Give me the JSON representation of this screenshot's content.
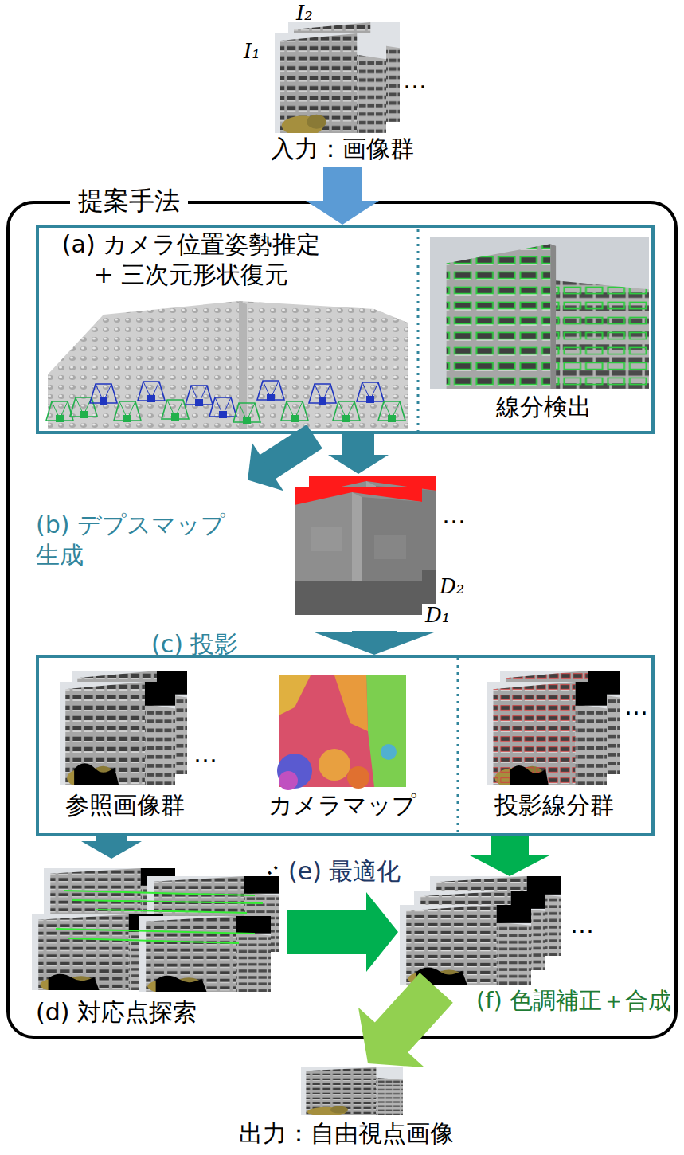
{
  "diagram": {
    "nodes": [
      {
        "text": [
          "I₂",
          "I₁",
          "…",
          "入力：画像群"
        ]
      },
      {
        "text": [
          "提案手法"
        ]
      },
      {
        "text": [
          "(a) カメラ位置姿勢推定 + 三次元形状復元",
          "線分検出"
        ],
        "in": 1
      },
      {
        "text": [
          "…",
          "D₂",
          "D₁"
        ],
        "in": 1
      },
      {
        "text": [
          "…",
          "参照画像群",
          "カメラマップ",
          "…",
          "投影線分群"
        ],
        "in": 1
      },
      {
        "text": [
          "…",
          "(d) 対応点探索"
        ],
        "in": 1
      },
      {
        "text": [
          "…"
        ],
        "in": 1
      },
      {
        "text": [
          "出力：自由視点画像"
        ]
      }
    ],
    "edges": [
      {
        "from": 0,
        "to": 2,
        "arrow": "to"
      },
      {
        "from": 2,
        "to": 3,
        "arrow": "to",
        "label": "(b) デプスマップ 生成"
      },
      {
        "from": 3,
        "to": 4,
        "arrow": "to",
        "label": "(c) 投影"
      },
      {
        "from": 4,
        "to": 5,
        "arrow": "to"
      },
      {
        "from": 4,
        "to": 6,
        "arrow": "to"
      },
      {
        "from": 5,
        "to": 6,
        "arrow": "to",
        "label": "(e) 最適化"
      },
      {
        "from": 6,
        "to": 7,
        "arrow": "to",
        "label": "(f) 色調補正＋合成"
      }
    ]
  }
}
